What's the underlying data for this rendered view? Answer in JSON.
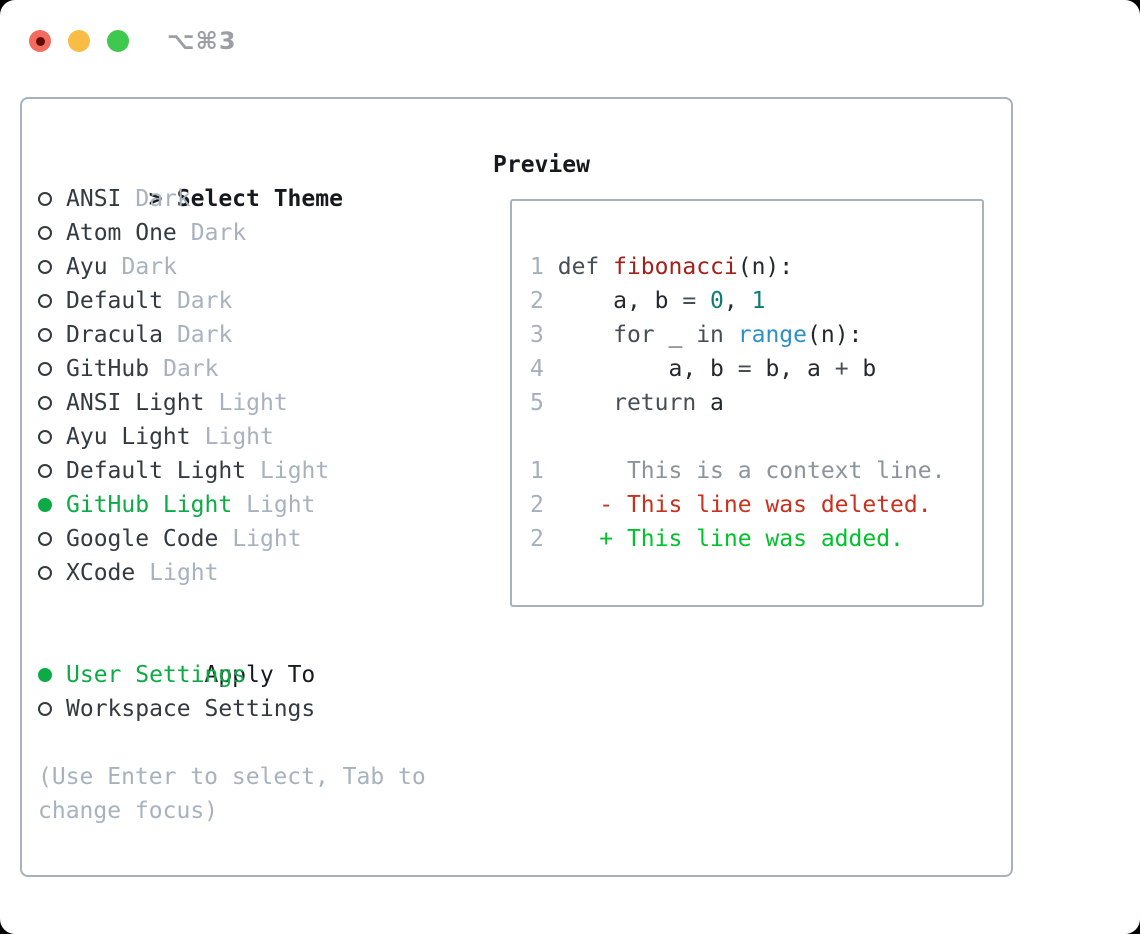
{
  "window": {
    "title": "⌥⌘3",
    "traffic_lights": [
      {
        "name": "close",
        "color": "#f26b5e",
        "has_inner_dot": true
      },
      {
        "name": "minimize",
        "color": "#f7bd45",
        "has_inner_dot": false
      },
      {
        "name": "zoom",
        "color": "#3ec94e",
        "has_inner_dot": false
      }
    ]
  },
  "theme_panel": {
    "header_prefix": ">",
    "header": "Select Theme",
    "items": [
      {
        "name": "ANSI",
        "variant": "Dark",
        "selected": false
      },
      {
        "name": "Atom One",
        "variant": "Dark",
        "selected": false
      },
      {
        "name": "Ayu",
        "variant": "Dark",
        "selected": false
      },
      {
        "name": "Default",
        "variant": "Dark",
        "selected": false
      },
      {
        "name": "Dracula",
        "variant": "Dark",
        "selected": false
      },
      {
        "name": "GitHub",
        "variant": "Dark",
        "selected": false
      },
      {
        "name": "ANSI Light",
        "variant": "Light",
        "selected": false
      },
      {
        "name": "Ayu Light",
        "variant": "Light",
        "selected": false
      },
      {
        "name": "Default Light",
        "variant": "Light",
        "selected": false
      },
      {
        "name": "GitHub Light",
        "variant": "Light",
        "selected": true
      },
      {
        "name": "Google Code",
        "variant": "Light",
        "selected": false
      },
      {
        "name": "XCode",
        "variant": "Light",
        "selected": false
      }
    ],
    "apply_to": {
      "header": "Apply To",
      "options": [
        {
          "label": "User Settings",
          "selected": true
        },
        {
          "label": "Workspace Settings",
          "selected": false
        }
      ]
    },
    "hint": "(Use Enter to select, Tab to change focus)"
  },
  "preview": {
    "header": "Preview",
    "lines": [
      {
        "num": "1",
        "segments": [
          {
            "style": "keyword",
            "text": "def "
          },
          {
            "style": "function",
            "text": "fibonacci"
          },
          {
            "style": "plain",
            "text": "(n):"
          }
        ]
      },
      {
        "num": "2",
        "segments": [
          {
            "style": "plain",
            "text": "    a, b "
          },
          {
            "style": "keyword",
            "text": "= "
          },
          {
            "style": "number",
            "text": "0"
          },
          {
            "style": "plain",
            "text": ", "
          },
          {
            "style": "number",
            "text": "1"
          }
        ]
      },
      {
        "num": "3",
        "segments": [
          {
            "style": "plain",
            "text": "    "
          },
          {
            "style": "keyword",
            "text": "for "
          },
          {
            "style": "plain",
            "text": "_ "
          },
          {
            "style": "keyword",
            "text": "in "
          },
          {
            "style": "builtin",
            "text": "range"
          },
          {
            "style": "plain",
            "text": "(n):"
          }
        ]
      },
      {
        "num": "4",
        "segments": [
          {
            "style": "plain",
            "text": "        a, b "
          },
          {
            "style": "keyword",
            "text": "= "
          },
          {
            "style": "plain",
            "text": "b, a "
          },
          {
            "style": "keyword",
            "text": "+ "
          },
          {
            "style": "plain",
            "text": "b"
          }
        ]
      },
      {
        "num": "5",
        "segments": [
          {
            "style": "plain",
            "text": "    "
          },
          {
            "style": "keyword",
            "text": "return "
          },
          {
            "style": "plain",
            "text": "a"
          }
        ]
      },
      {
        "num": "",
        "segments": []
      },
      {
        "num": "1",
        "segments": [
          {
            "style": "context",
            "text": "     This is a context line."
          }
        ]
      },
      {
        "num": "2",
        "segments": [
          {
            "style": "deleted",
            "text": "   - This line was deleted."
          }
        ]
      },
      {
        "num": "2",
        "segments": [
          {
            "style": "added",
            "text": "   + This line was added."
          }
        ]
      }
    ]
  },
  "colors": {
    "accent_green": "#0cab45",
    "text_primary": "#16191d",
    "text_secondary": "#343a41",
    "text_muted": "#a8b2bf",
    "panel_border": "#a9b1ba",
    "titlebar_text": "#9b9fa4",
    "traffic_red": "#f26b5e",
    "traffic_red_dot": "#5f0c06",
    "traffic_yellow": "#f7bd45",
    "traffic_green": "#3ec94e",
    "syntax_keyword": "#474e56",
    "syntax_function": "#a2211a",
    "syntax_number": "#0d7d79",
    "syntax_builtin": "#2e90c8",
    "syntax_plain": "#24292f",
    "diff_context": "#8b939c",
    "diff_deleted": "#c9301f",
    "diff_added": "#00c32b",
    "line_number": "#a6afbc"
  }
}
